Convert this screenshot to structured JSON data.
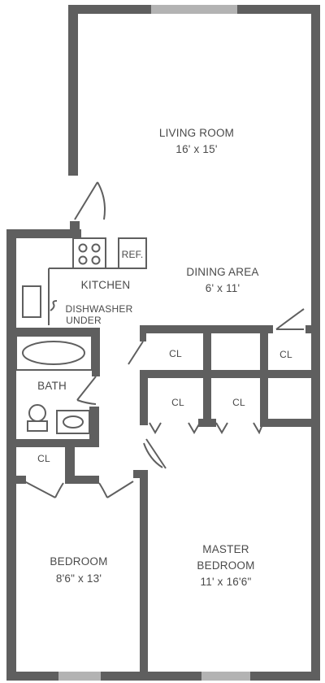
{
  "rooms": {
    "living_room": {
      "name": "LIVING ROOM",
      "dims": "16' x 15'"
    },
    "dining_area": {
      "name": "DINING AREA",
      "dims": "6' x 11'"
    },
    "kitchen": {
      "name": "KITCHEN"
    },
    "refrigerator": {
      "label": "REF."
    },
    "dishwasher": {
      "line1": "DISHWASHER",
      "line2": "UNDER"
    },
    "bath": {
      "name": "BATH"
    },
    "closets": [
      "CL",
      "CL",
      "CL",
      "CL",
      "CL"
    ],
    "bedroom": {
      "name": "BEDROOM",
      "dims": "8'6\" x 13'"
    },
    "master_bedroom": {
      "line1": "MASTER",
      "line2": "BEDROOM",
      "dims": "11' x 16'6\""
    }
  },
  "colors": {
    "wall": "#5f5f5f",
    "window": "#b3b3b3",
    "text": "#4a4a4a"
  }
}
